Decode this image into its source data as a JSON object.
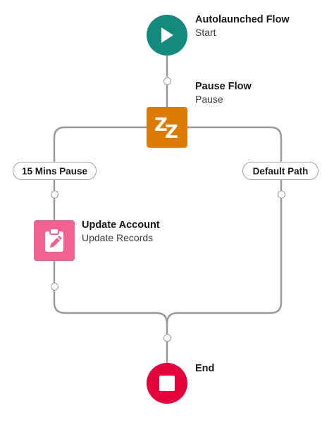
{
  "colors": {
    "start": "#128b7e",
    "pause": "#dd7a01",
    "update": "#f2618f",
    "end": "#e4023a",
    "connector": "#9a9a9a"
  },
  "nodes": {
    "start": {
      "title": "Autolaunched Flow",
      "subtitle": "Start",
      "icon": "play-icon"
    },
    "pause": {
      "title": "Pause Flow",
      "subtitle": "Pause",
      "icon": "zz-sleep-icon"
    },
    "update": {
      "title": "Update Account",
      "subtitle": "Update Records",
      "icon": "clipboard-edit-icon"
    },
    "end": {
      "title": "End",
      "icon": "stop-icon"
    }
  },
  "paths": {
    "left": "15 Mins Pause",
    "right": "Default Path"
  }
}
